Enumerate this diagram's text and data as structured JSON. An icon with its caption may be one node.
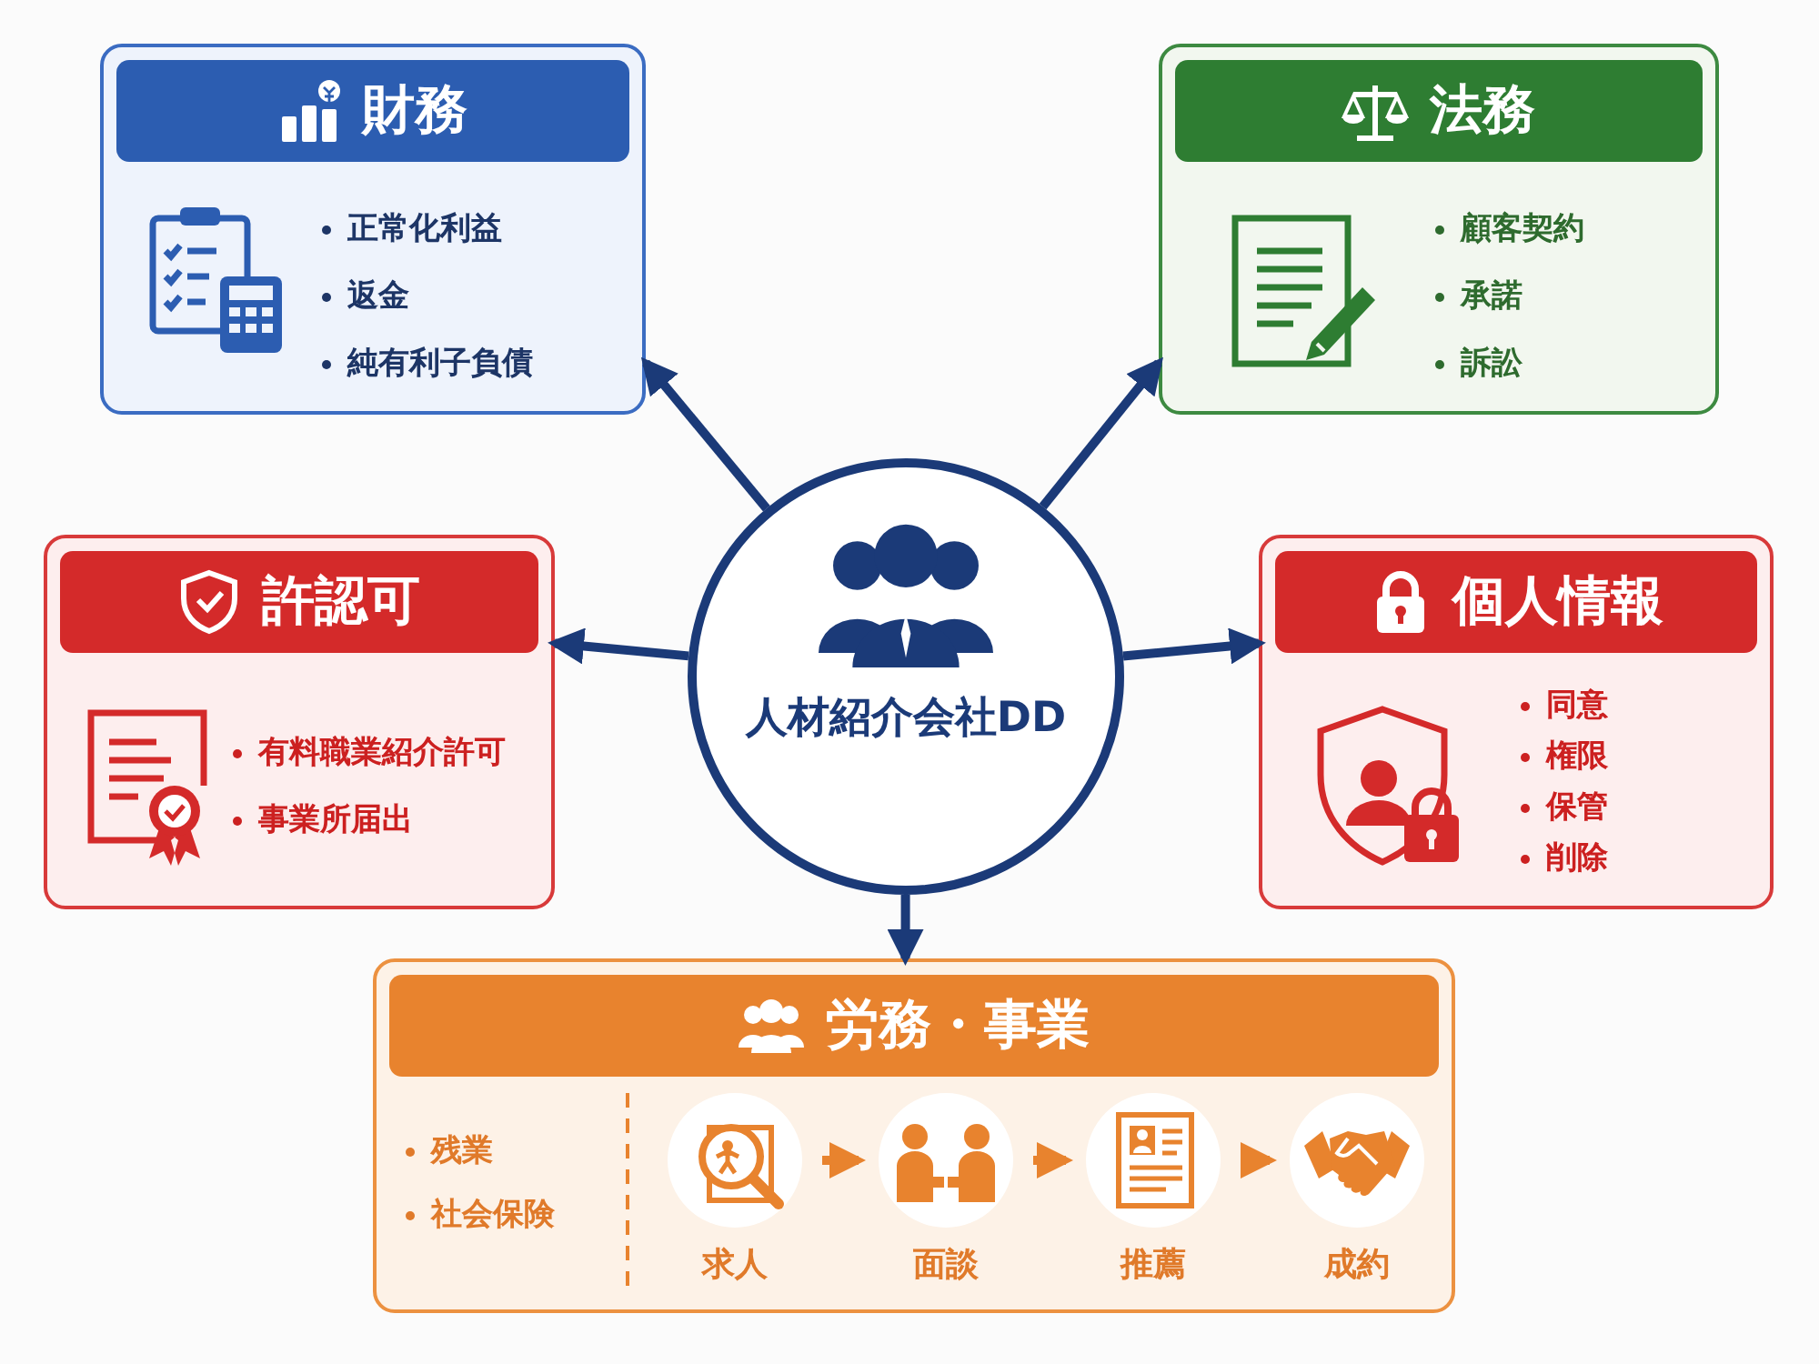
{
  "diagram": {
    "nodes": [
      {
        "text": [
          "人材紹介会社DD"
        ]
      },
      {
        "text": [
          "財務",
          "正常化利益",
          "返金",
          "純有利子負債"
        ]
      },
      {
        "text": [
          "法務",
          "顧客契約",
          "承諾",
          "訴訟"
        ]
      },
      {
        "text": [
          "許認可",
          "有料職業紹介許可",
          "事業所届出"
        ]
      },
      {
        "text": [
          "個人情報",
          "同意",
          "権限",
          "保管",
          "削除"
        ]
      },
      {
        "text": [
          "労務・事業",
          "残業",
          "社会保険"
        ]
      },
      {
        "text": [
          "求人"
        ],
        "in": 5
      },
      {
        "text": [
          "面談"
        ],
        "in": 5
      },
      {
        "text": [
          "推薦"
        ],
        "in": 5
      },
      {
        "text": [
          "成約"
        ],
        "in": 5
      }
    ],
    "edges": [
      {
        "from": 0,
        "to": 1,
        "arrow": "to"
      },
      {
        "from": 0,
        "to": 2,
        "arrow": "to"
      },
      {
        "from": 0,
        "to": 3,
        "arrow": "to"
      },
      {
        "from": 0,
        "to": 4,
        "arrow": "to"
      },
      {
        "from": 0,
        "to": 5,
        "arrow": "to"
      },
      {
        "from": 6,
        "to": 7,
        "arrow": "to",
        "color": "#e8832e"
      },
      {
        "from": 7,
        "to": 8,
        "arrow": "to",
        "color": "#e8832e"
      },
      {
        "from": 8,
        "to": 9,
        "arrow": "to",
        "color": "#e8832e"
      }
    ]
  }
}
